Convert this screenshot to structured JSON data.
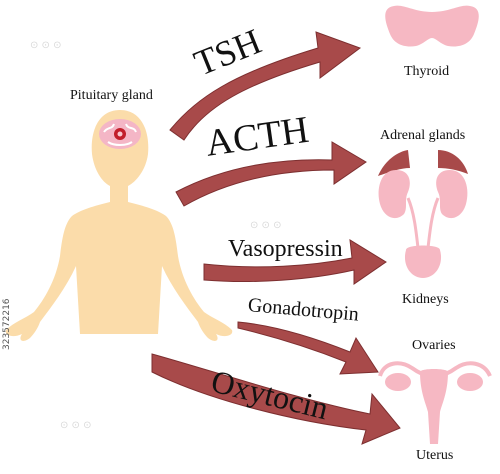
{
  "labels": {
    "pituitary": "Pituitary gland",
    "thyroid": "Thyroid",
    "adrenal": "Adrenal glands",
    "kidneys": "Kidneys",
    "ovaries": "Ovaries",
    "uterus": "Uterus"
  },
  "hormones": {
    "tsh": "TSH",
    "acth": "ACTH",
    "vasopressin": "Vasopressin",
    "gonadotropin": "Gonadotropin",
    "oxytocin": "Oxytocin"
  },
  "colors": {
    "skin": "#fbdcaa",
    "brain": "#f4b6c6",
    "organ": "#f6b8c3",
    "arrow": "#a84a4a",
    "arrow_edge": "#7d2f30"
  },
  "stock_id": "323572216"
}
